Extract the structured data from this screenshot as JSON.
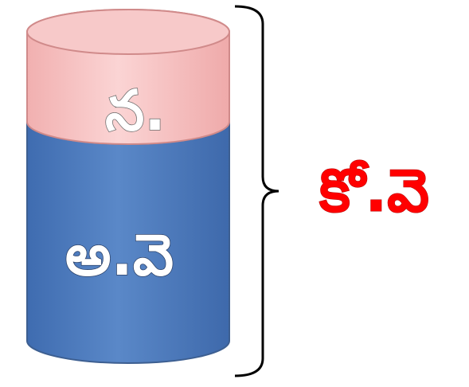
{
  "diagram": {
    "top_label": "న.",
    "bottom_label": "అ.వె",
    "total_label": "కో.వె"
  },
  "colors": {
    "top_fill": "#f6c2c2",
    "top_stroke": "#d08a8a",
    "bottom_fill": "#4d7cc0",
    "bottom_stroke": "#3d5f91",
    "total_text": "#ff0000",
    "brace": "#000000"
  }
}
